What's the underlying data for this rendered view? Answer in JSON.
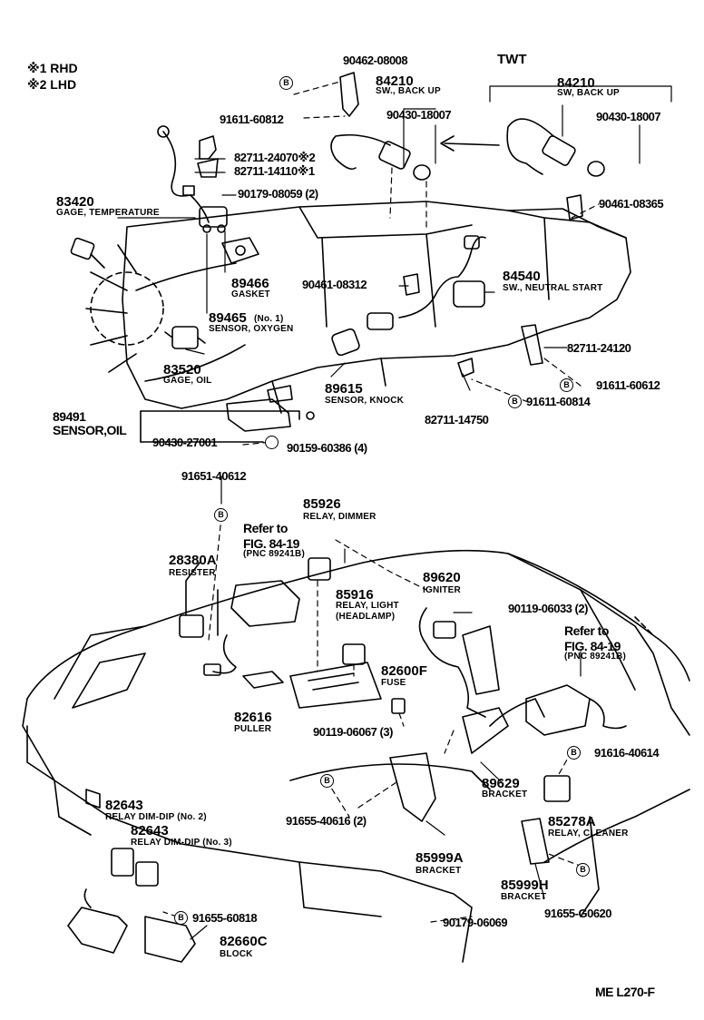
{
  "legend": {
    "rhd": "※1 RHD",
    "lhd": "※2 LHD"
  },
  "twt_label": "TWT",
  "bolt_mark": "B",
  "footer_code": "ME L270-F",
  "refer": [
    {
      "line1": "Refer to",
      "line2": "FIG. 84-19",
      "line3": "(PNC 89241B)"
    },
    {
      "line1": "Refer to",
      "line2": "FIG. 84-19",
      "line3": "(PNC 89241B)"
    }
  ],
  "parts": {
    "p90462_08008": "90462-08008",
    "p84210_a": "84210",
    "p84210_a_desc": "SW., BACK UP",
    "p90430_18007_a": "90430-18007",
    "p84210_b": "84210",
    "p84210_b_desc": "SW, BACK UP",
    "p90430_18007_b": "90430-18007",
    "p91611_60812": "91611-60812",
    "p82711_24070": "82711-24070※2",
    "p82711_14110": "82711-14110※1",
    "p90179_08059": "90179-08059 (2)",
    "p83420": "83420",
    "p83420_desc": "GAGE, TEMPERATURE",
    "p90461_08365": "90461-08365",
    "p89466": "89466",
    "p89466_desc": "GASKET",
    "p90461_08312": "90461-08312",
    "p84540": "84540",
    "p84540_desc": "SW., NEUTRAL START",
    "p89465": "89465",
    "p89465_no": "(No. 1)",
    "p89465_desc": "SENSOR, OXYGEN",
    "p82711_24120": "82711-24120",
    "p83520": "83520",
    "p83520_desc": "GAGE, OIL",
    "p91611_60612": "91611-60612",
    "p89615": "89615",
    "p89615_desc": "SENSOR, KNOCK",
    "p91611_60814": "91611-60814",
    "p89491": "89491",
    "p89491_desc": "SENSOR,OIL",
    "p82711_14750": "82711-14750",
    "p90430_27001": "90430-27001",
    "p90159_60386": "90159-60386 (4)",
    "p91651_40612": "91651-40612",
    "p85926": "85926",
    "p85926_desc": "RELAY, DIMMER",
    "p28380A": "28380A",
    "p28380A_desc": "RESISTER",
    "p89620": "89620",
    "p89620_desc": "IGNITER",
    "p85916": "85916",
    "p85916_desc1": "RELAY, LIGHT",
    "p85916_desc2": "(HEADLAMP)",
    "p90119_06033": "90119-06033 (2)",
    "p82600F": "82600F",
    "p82600F_desc": "FUSE",
    "p82616": "82616",
    "p82616_desc": "PULLER",
    "p90119_06067": "90119-06067 (3)",
    "p91616_40614": "91616-40614",
    "p89629": "89629",
    "p89629_desc": "BRACKET",
    "p82643_a": "82643",
    "p82643_a_desc": "RELAY DIM-DIP (No. 2)",
    "p82643_b": "82643",
    "p82643_b_desc": "RELAY DIM-DIP (No. 3)",
    "p91655_40616": "91655-40616 (2)",
    "p85278A": "85278A",
    "p85278A_desc": "RELAY, CLEANER",
    "p85999A": "85999A",
    "p85999A_desc": "BRACKET",
    "p85999H": "85999H",
    "p85999H_desc": "BRACKET",
    "p91655_G0620": "91655-G0620",
    "p91655_60818": "91655-60818",
    "p82660C": "82660C",
    "p82660C_desc": "BLOCK",
    "p90179_06069": "90179-06069"
  }
}
